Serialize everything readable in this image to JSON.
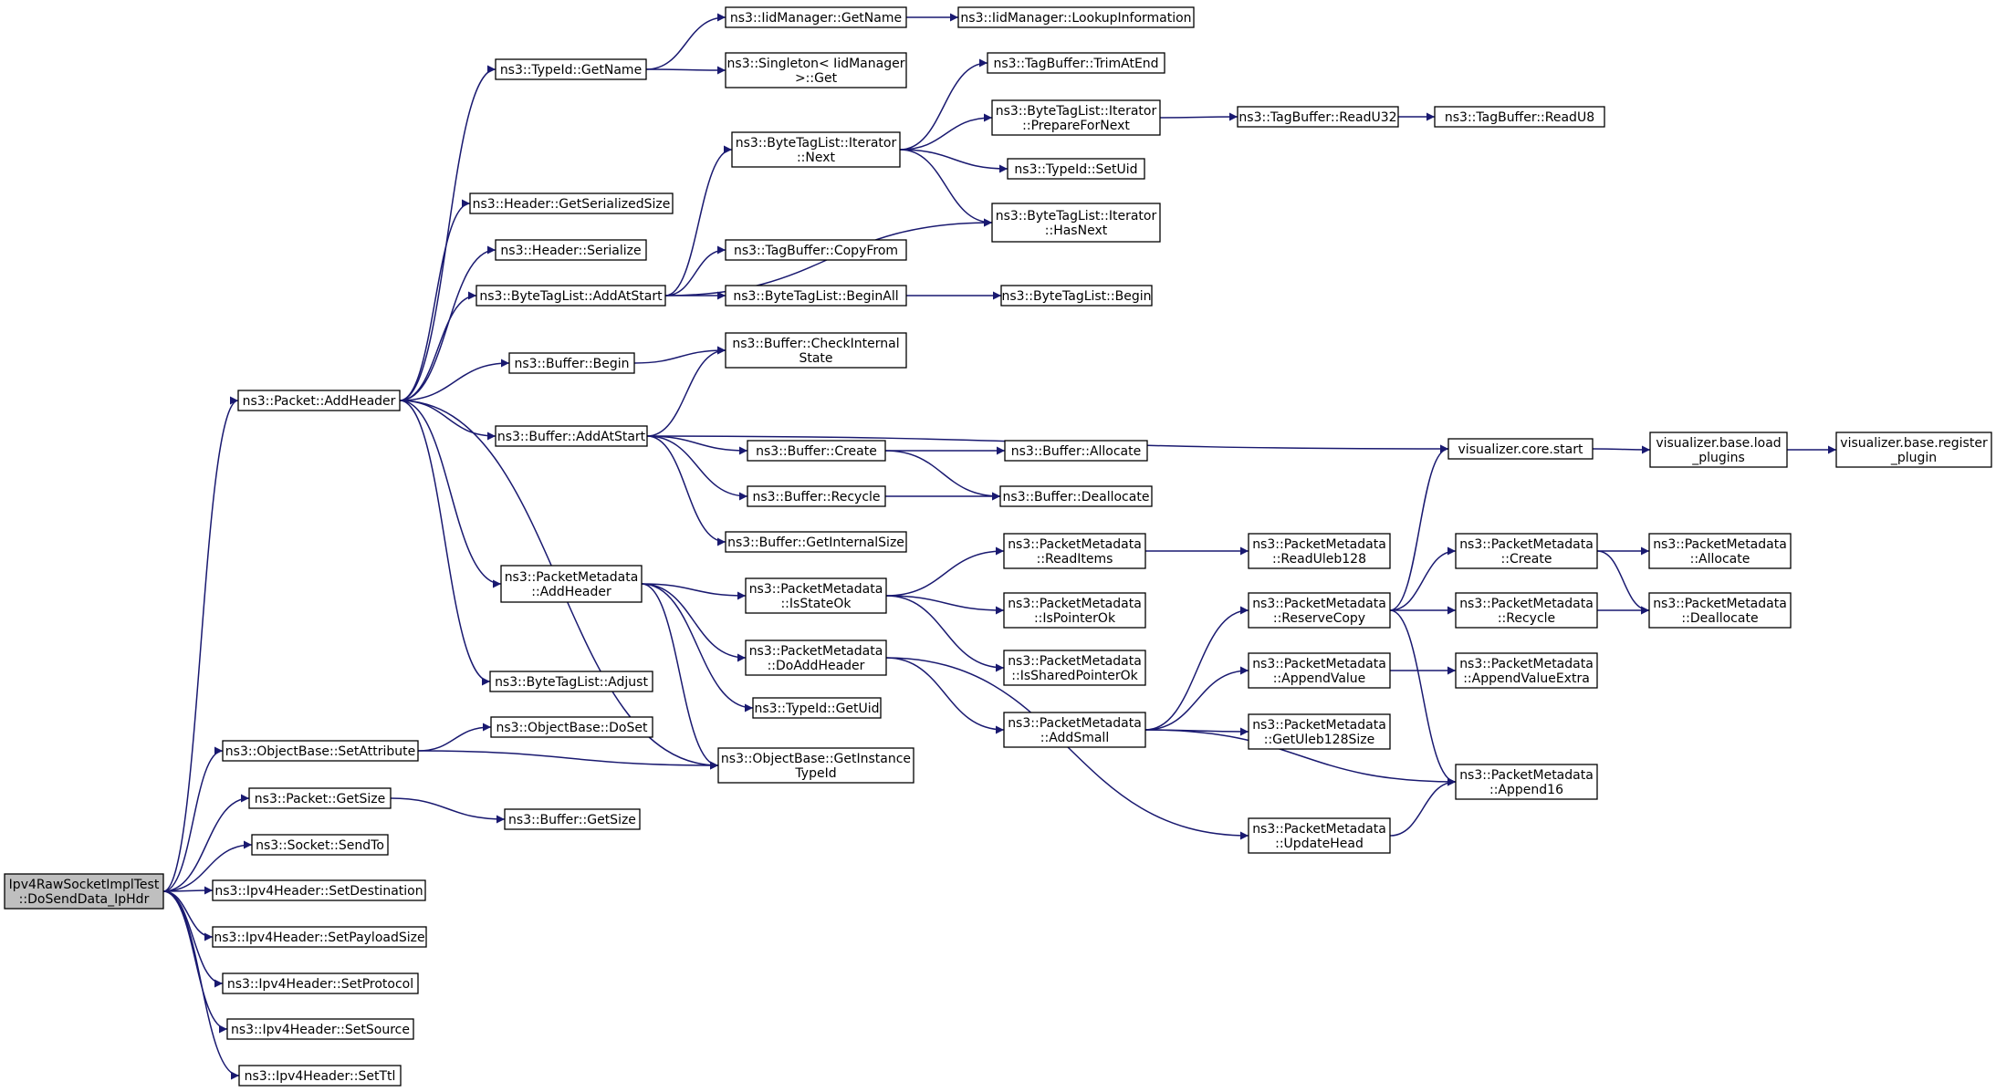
{
  "colors": {
    "edge": "#191970",
    "node_fill": "#ffffff",
    "root_fill": "#bfbfbf",
    "node_border": "#000000"
  },
  "nodes": [
    {
      "id": "root",
      "lines": [
        "Ipv4RawSocketImplTest",
        "::DoSendData_IpHdr"
      ]
    },
    {
      "id": "pkt_addheader",
      "lines": [
        "ns3::Packet::AddHeader"
      ]
    },
    {
      "id": "obj_setattr",
      "lines": [
        "ns3::ObjectBase::SetAttribute"
      ]
    },
    {
      "id": "pkt_getsize",
      "lines": [
        "ns3::Packet::GetSize"
      ]
    },
    {
      "id": "sock_sendto",
      "lines": [
        "ns3::Socket::SendTo"
      ]
    },
    {
      "id": "ip_setdest",
      "lines": [
        "ns3::Ipv4Header::SetDestination"
      ]
    },
    {
      "id": "ip_setpayload",
      "lines": [
        "ns3::Ipv4Header::SetPayloadSize"
      ]
    },
    {
      "id": "ip_setproto",
      "lines": [
        "ns3::Ipv4Header::SetProtocol"
      ]
    },
    {
      "id": "ip_setsource",
      "lines": [
        "ns3::Ipv4Header::SetSource"
      ]
    },
    {
      "id": "ip_setttl",
      "lines": [
        "ns3::Ipv4Header::SetTtl"
      ]
    },
    {
      "id": "typeid_getname",
      "lines": [
        "ns3::TypeId::GetName"
      ]
    },
    {
      "id": "hdr_getsersize",
      "lines": [
        "ns3::Header::GetSerializedSize"
      ]
    },
    {
      "id": "hdr_serialize",
      "lines": [
        "ns3::Header::Serialize"
      ]
    },
    {
      "id": "btl_addatstart",
      "lines": [
        "ns3::ByteTagList::AddAtStart"
      ]
    },
    {
      "id": "buf_begin",
      "lines": [
        "ns3::Buffer::Begin"
      ]
    },
    {
      "id": "buf_addatstart",
      "lines": [
        "ns3::Buffer::AddAtStart"
      ]
    },
    {
      "id": "pm_addheader",
      "lines": [
        "ns3::PacketMetadata",
        "::AddHeader"
      ]
    },
    {
      "id": "btl_adjust",
      "lines": [
        "ns3::ByteTagList::Adjust"
      ]
    },
    {
      "id": "obj_doset",
      "lines": [
        "ns3::ObjectBase::DoSet"
      ]
    },
    {
      "id": "buf_getsize",
      "lines": [
        "ns3::Buffer::GetSize"
      ]
    },
    {
      "id": "iid_getname",
      "lines": [
        "ns3::IidManager::GetName"
      ]
    },
    {
      "id": "singleton_get",
      "lines": [
        "ns3::Singleton< IidManager",
        " >::Get"
      ]
    },
    {
      "id": "btl_iter_next",
      "lines": [
        "ns3::ByteTagList::Iterator",
        "::Next"
      ]
    },
    {
      "id": "tb_copyfrom",
      "lines": [
        "ns3::TagBuffer::CopyFrom"
      ]
    },
    {
      "id": "btl_beginall",
      "lines": [
        "ns3::ByteTagList::BeginAll"
      ]
    },
    {
      "id": "buf_checkinternal",
      "lines": [
        "ns3::Buffer::CheckInternal",
        "State"
      ]
    },
    {
      "id": "buf_create",
      "lines": [
        "ns3::Buffer::Create"
      ]
    },
    {
      "id": "buf_recycle",
      "lines": [
        "ns3::Buffer::Recycle"
      ]
    },
    {
      "id": "buf_getinternalsize",
      "lines": [
        "ns3::Buffer::GetInternalSize"
      ]
    },
    {
      "id": "pm_isstateok",
      "lines": [
        "ns3::PacketMetadata",
        "::IsStateOk"
      ]
    },
    {
      "id": "pm_doaddheader",
      "lines": [
        "ns3::PacketMetadata",
        "::DoAddHeader"
      ]
    },
    {
      "id": "typeid_getuid",
      "lines": [
        "ns3::TypeId::GetUid"
      ]
    },
    {
      "id": "obj_getinstance",
      "lines": [
        "ns3::ObjectBase::GetInstance",
        "TypeId"
      ]
    },
    {
      "id": "iid_lookup",
      "lines": [
        "ns3::IidManager::LookupInformation"
      ]
    },
    {
      "id": "tb_trimatend",
      "lines": [
        "ns3::TagBuffer::TrimAtEnd"
      ]
    },
    {
      "id": "btl_iter_prepare",
      "lines": [
        "ns3::ByteTagList::Iterator",
        "::PrepareForNext"
      ]
    },
    {
      "id": "typeid_setuid",
      "lines": [
        "ns3::TypeId::SetUid"
      ]
    },
    {
      "id": "btl_iter_hasnext",
      "lines": [
        "ns3::ByteTagList::Iterator",
        "::HasNext"
      ]
    },
    {
      "id": "btl_begin",
      "lines": [
        "ns3::ByteTagList::Begin"
      ]
    },
    {
      "id": "buf_allocate",
      "lines": [
        "ns3::Buffer::Allocate"
      ]
    },
    {
      "id": "buf_deallocate",
      "lines": [
        "ns3::Buffer::Deallocate"
      ]
    },
    {
      "id": "pm_readitems",
      "lines": [
        "ns3::PacketMetadata",
        "::ReadItems"
      ]
    },
    {
      "id": "pm_ispointerok",
      "lines": [
        "ns3::PacketMetadata",
        "::IsPointerOk"
      ]
    },
    {
      "id": "pm_issharedptrok",
      "lines": [
        "ns3::PacketMetadata",
        "::IsSharedPointerOk"
      ]
    },
    {
      "id": "pm_addsmall",
      "lines": [
        "ns3::PacketMetadata",
        "::AddSmall"
      ]
    },
    {
      "id": "tb_readu32",
      "lines": [
        "ns3::TagBuffer::ReadU32"
      ]
    },
    {
      "id": "tb_readu8",
      "lines": [
        "ns3::TagBuffer::ReadU8"
      ]
    },
    {
      "id": "vis_core_start",
      "lines": [
        "visualizer.core.start"
      ]
    },
    {
      "id": "vis_load_plugins",
      "lines": [
        "visualizer.base.load",
        "_plugins"
      ]
    },
    {
      "id": "vis_register_plugin",
      "lines": [
        "visualizer.base.register",
        "_plugin"
      ]
    },
    {
      "id": "pm_readuleb128",
      "lines": [
        "ns3::PacketMetadata",
        "::ReadUleb128"
      ]
    },
    {
      "id": "pm_reservecopy",
      "lines": [
        "ns3::PacketMetadata",
        "::ReserveCopy"
      ]
    },
    {
      "id": "pm_appendvalue",
      "lines": [
        "ns3::PacketMetadata",
        "::AppendValue"
      ]
    },
    {
      "id": "pm_getuleb128size",
      "lines": [
        "ns3::PacketMetadata",
        "::GetUleb128Size"
      ]
    },
    {
      "id": "pm_updatehead",
      "lines": [
        "ns3::PacketMetadata",
        "::UpdateHead"
      ]
    },
    {
      "id": "pm_create",
      "lines": [
        "ns3::PacketMetadata",
        "::Create"
      ]
    },
    {
      "id": "pm_recycle",
      "lines": [
        "ns3::PacketMetadata",
        "::Recycle"
      ]
    },
    {
      "id": "pm_appendvalueextra",
      "lines": [
        "ns3::PacketMetadata",
        "::AppendValueExtra"
      ]
    },
    {
      "id": "pm_append16",
      "lines": [
        "ns3::PacketMetadata",
        "::Append16"
      ]
    },
    {
      "id": "pm_allocate",
      "lines": [
        "ns3::PacketMetadata",
        "::Allocate"
      ]
    },
    {
      "id": "pm_deallocate",
      "lines": [
        "ns3::PacketMetadata",
        "::Deallocate"
      ]
    }
  ],
  "edges": [
    [
      "root",
      "pkt_addheader"
    ],
    [
      "root",
      "obj_setattr"
    ],
    [
      "root",
      "pkt_getsize"
    ],
    [
      "root",
      "sock_sendto"
    ],
    [
      "root",
      "ip_setdest"
    ],
    [
      "root",
      "ip_setpayload"
    ],
    [
      "root",
      "ip_setproto"
    ],
    [
      "root",
      "ip_setsource"
    ],
    [
      "root",
      "ip_setttl"
    ],
    [
      "pkt_addheader",
      "typeid_getname"
    ],
    [
      "pkt_addheader",
      "hdr_getsersize"
    ],
    [
      "pkt_addheader",
      "hdr_serialize"
    ],
    [
      "pkt_addheader",
      "btl_addatstart"
    ],
    [
      "pkt_addheader",
      "buf_begin"
    ],
    [
      "pkt_addheader",
      "buf_addatstart"
    ],
    [
      "pkt_addheader",
      "pm_addheader"
    ],
    [
      "pkt_addheader",
      "btl_adjust"
    ],
    [
      "pkt_addheader",
      "obj_getinstance"
    ],
    [
      "obj_setattr",
      "obj_doset"
    ],
    [
      "obj_setattr",
      "obj_getinstance"
    ],
    [
      "pkt_getsize",
      "buf_getsize"
    ],
    [
      "typeid_getname",
      "iid_getname"
    ],
    [
      "typeid_getname",
      "singleton_get"
    ],
    [
      "iid_getname",
      "iid_lookup"
    ],
    [
      "btl_addatstart",
      "btl_iter_next"
    ],
    [
      "btl_addatstart",
      "btl_iter_hasnext"
    ],
    [
      "btl_addatstart",
      "tb_copyfrom"
    ],
    [
      "btl_addatstart",
      "btl_beginall"
    ],
    [
      "btl_iter_next",
      "tb_trimatend"
    ],
    [
      "btl_iter_next",
      "btl_iter_prepare"
    ],
    [
      "btl_iter_next",
      "typeid_setuid"
    ],
    [
      "btl_iter_next",
      "btl_iter_hasnext"
    ],
    [
      "btl_iter_prepare",
      "tb_readu32"
    ],
    [
      "tb_readu32",
      "tb_readu8"
    ],
    [
      "btl_beginall",
      "btl_begin"
    ],
    [
      "buf_begin",
      "buf_checkinternal"
    ],
    [
      "buf_addatstart",
      "buf_checkinternal"
    ],
    [
      "buf_addatstart",
      "vis_core_start"
    ],
    [
      "buf_addatstart",
      "buf_create"
    ],
    [
      "buf_addatstart",
      "buf_recycle"
    ],
    [
      "buf_addatstart",
      "buf_getinternalsize"
    ],
    [
      "buf_create",
      "buf_allocate"
    ],
    [
      "buf_create",
      "buf_deallocate"
    ],
    [
      "buf_recycle",
      "buf_deallocate"
    ],
    [
      "vis_core_start",
      "vis_load_plugins"
    ],
    [
      "vis_load_plugins",
      "vis_register_plugin"
    ],
    [
      "pm_addheader",
      "pm_isstateok"
    ],
    [
      "pm_addheader",
      "pm_doaddheader"
    ],
    [
      "pm_addheader",
      "typeid_getuid"
    ],
    [
      "pm_addheader",
      "obj_getinstance"
    ],
    [
      "pm_isstateok",
      "pm_readitems"
    ],
    [
      "pm_isstateok",
      "pm_ispointerok"
    ],
    [
      "pm_isstateok",
      "pm_issharedptrok"
    ],
    [
      "pm_readitems",
      "pm_readuleb128"
    ],
    [
      "pm_doaddheader",
      "pm_addsmall"
    ],
    [
      "pm_doaddheader",
      "pm_updatehead"
    ],
    [
      "pm_addsmall",
      "pm_reservecopy"
    ],
    [
      "pm_addsmall",
      "pm_appendvalue"
    ],
    [
      "pm_addsmall",
      "pm_getuleb128size"
    ],
    [
      "pm_addsmall",
      "pm_append16"
    ],
    [
      "pm_reservecopy",
      "vis_core_start"
    ],
    [
      "pm_reservecopy",
      "pm_create"
    ],
    [
      "pm_reservecopy",
      "pm_recycle"
    ],
    [
      "pm_reservecopy",
      "pm_append16"
    ],
    [
      "pm_appendvalue",
      "pm_appendvalueextra"
    ],
    [
      "pm_updatehead",
      "pm_append16"
    ],
    [
      "pm_create",
      "pm_allocate"
    ],
    [
      "pm_create",
      "pm_deallocate"
    ],
    [
      "pm_recycle",
      "pm_deallocate"
    ]
  ]
}
